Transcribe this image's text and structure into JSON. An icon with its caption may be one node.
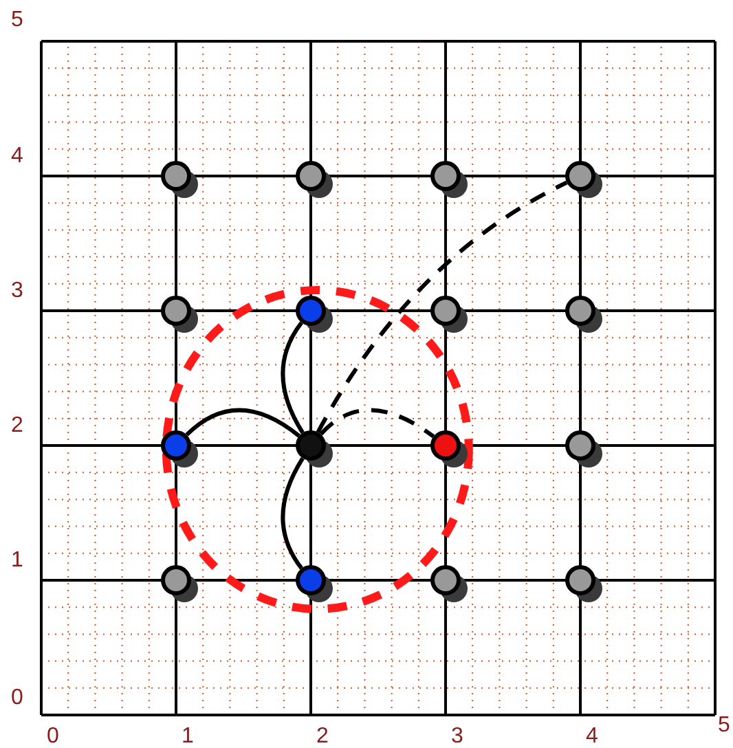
{
  "diagram": {
    "nodes": [
      {
        "text": [],
        "shape": "circle"
      },
      {
        "text": [],
        "shape": "circle"
      },
      {
        "text": [],
        "shape": "circle"
      },
      {
        "text": [],
        "shape": "circle"
      },
      {
        "text": [],
        "shape": "circle"
      },
      {
        "text": [],
        "shape": "circle"
      },
      {
        "text": [],
        "shape": "circle"
      },
      {
        "text": [],
        "shape": "circle"
      },
      {
        "text": [],
        "shape": "circle"
      },
      {
        "text": [],
        "shape": "circle"
      },
      {
        "text": [],
        "shape": "circle"
      },
      {
        "text": [],
        "shape": "circle"
      },
      {
        "text": [],
        "shape": "circle"
      },
      {
        "text": [],
        "shape": "circle"
      },
      {
        "text": [],
        "shape": "circle"
      },
      {
        "text": [],
        "shape": "circle"
      }
    ],
    "edges": [
      {
        "from": 9,
        "to": 8,
        "arrow": "none"
      },
      {
        "from": 9,
        "to": 5,
        "arrow": "none"
      },
      {
        "from": 9,
        "to": 13,
        "arrow": "none"
      },
      {
        "from": 9,
        "to": 10,
        "arrow": "none",
        "style": "dashed"
      },
      {
        "from": 9,
        "to": 3,
        "arrow": "none",
        "style": "dashed"
      }
    ],
    "labels": [
      "5",
      "4",
      "3",
      "2",
      "1",
      "0",
      "0",
      "1",
      "2",
      "3",
      "4",
      "5"
    ]
  }
}
